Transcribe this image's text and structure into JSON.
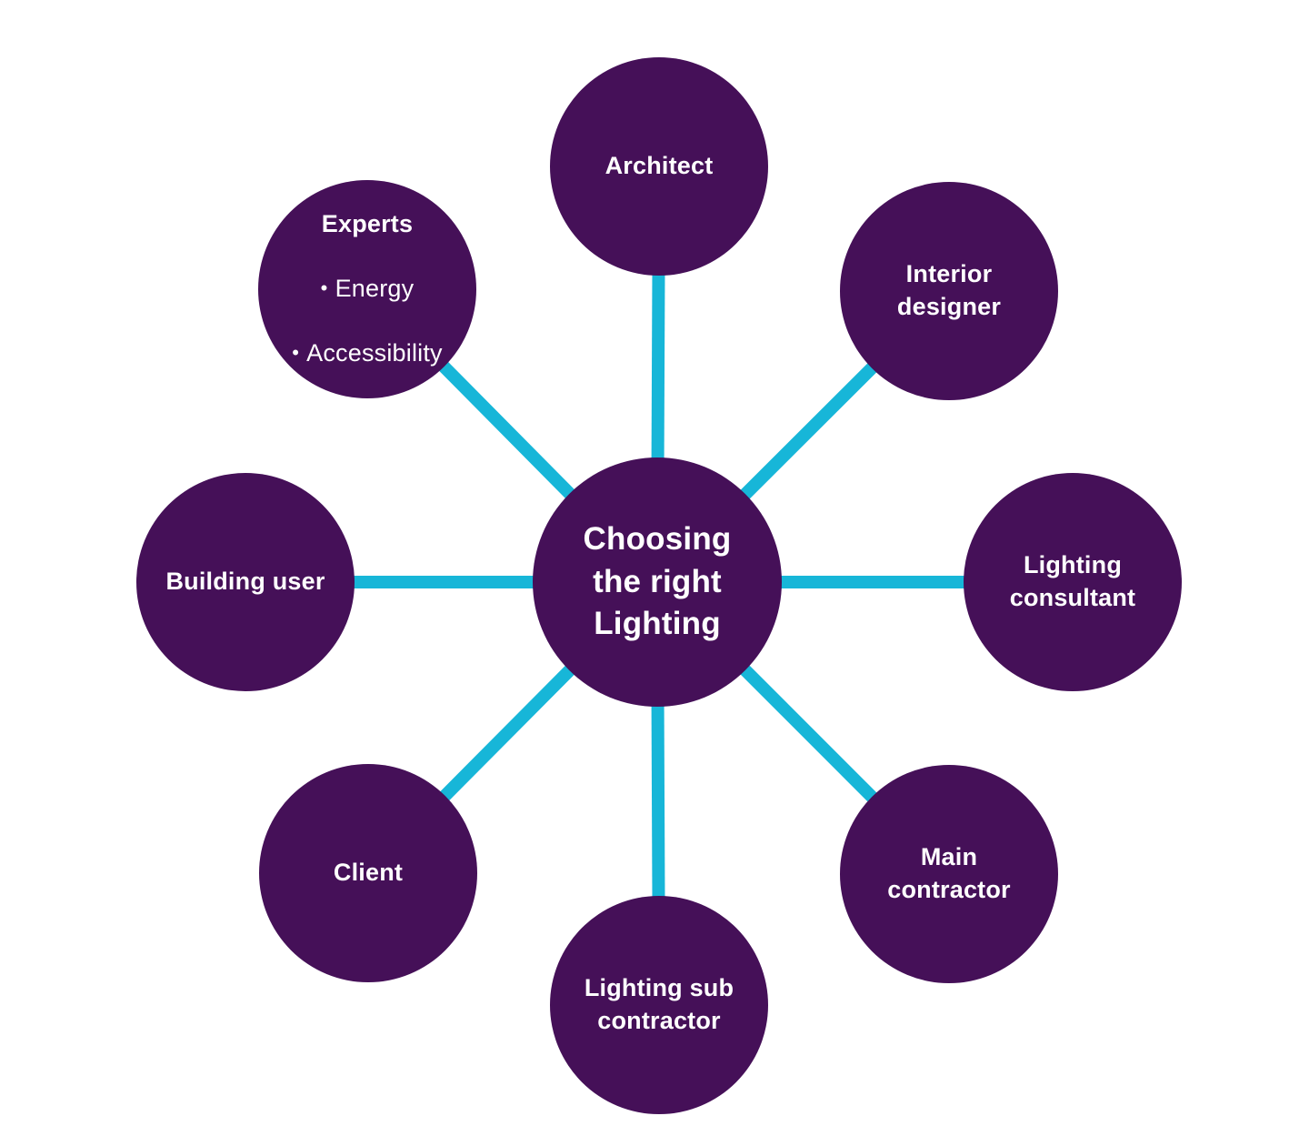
{
  "colors": {
    "node_fill": "#451058",
    "connector": "#17b6d8",
    "text": "#ffffff",
    "background": "#ffffff"
  },
  "hub": {
    "lines": [
      "Choosing",
      "the right",
      "Lighting"
    ]
  },
  "nodes": {
    "architect": {
      "lines": [
        "Architect"
      ]
    },
    "interior_designer": {
      "lines": [
        "Interior",
        "designer"
      ]
    },
    "lighting_consultant": {
      "lines": [
        "Lighting",
        "consultant"
      ]
    },
    "main_contractor": {
      "lines": [
        "Main",
        "contractor"
      ]
    },
    "lighting_sub_contractor": {
      "lines": [
        "Lighting sub",
        "contractor"
      ]
    },
    "client": {
      "lines": [
        "Client"
      ]
    },
    "building_user": {
      "lines": [
        "Building user"
      ]
    },
    "experts": {
      "heading": "Experts",
      "bullet": "•",
      "items": [
        "Energy",
        "Accessibility"
      ]
    }
  }
}
